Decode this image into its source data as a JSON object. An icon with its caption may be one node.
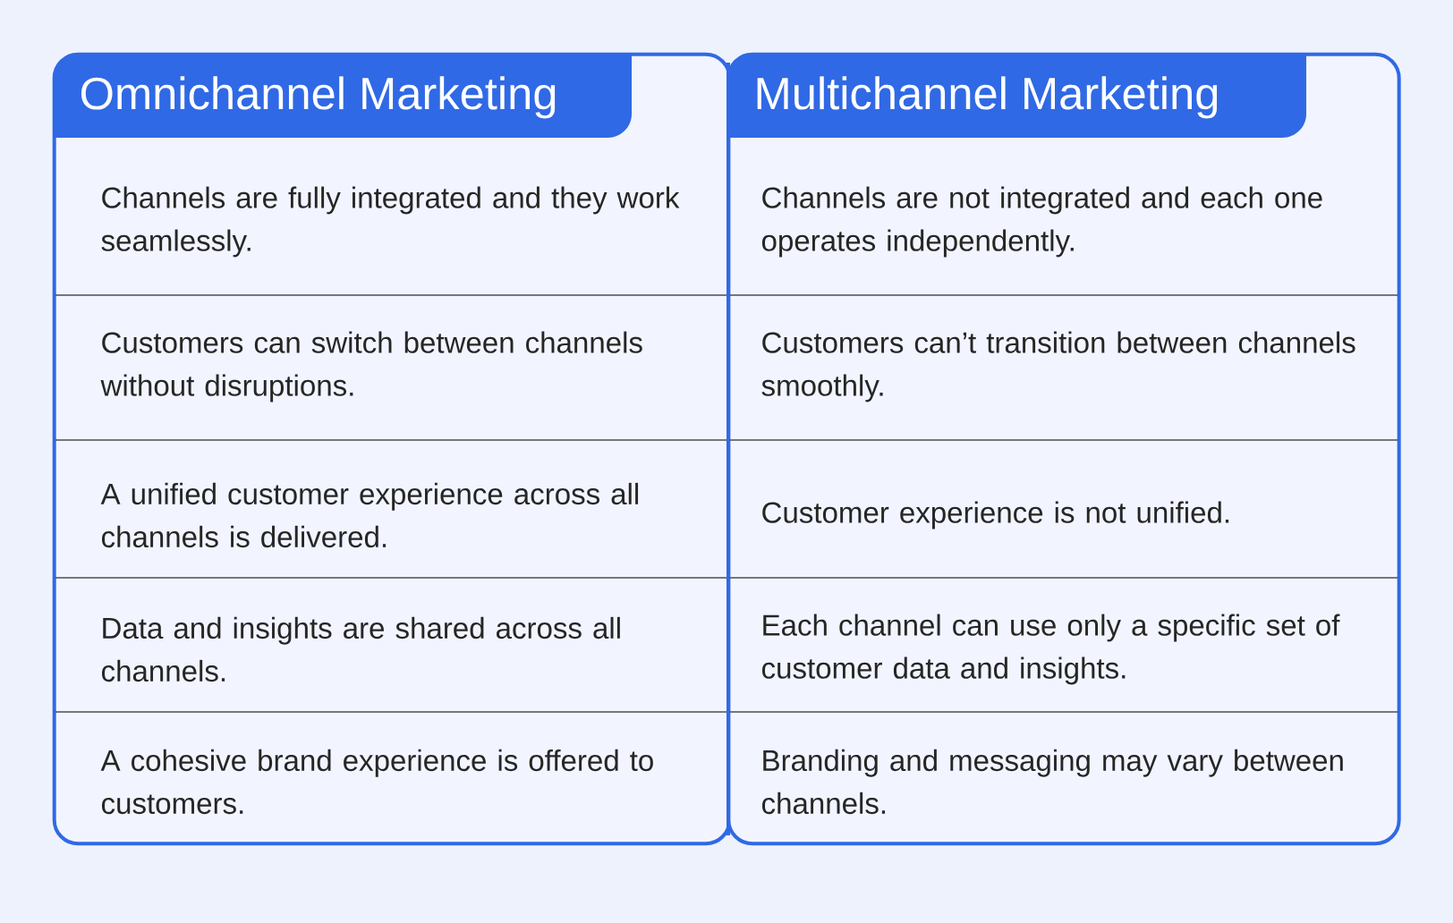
{
  "diagram": {
    "nodes": [
      {
        "text": [
          "Omnichannel Marketing",
          "Channels are fully integrated and they work seamlessly.",
          "Customers can switch between channels without disruptions.",
          "A unified customer experience across all channels is delivered.",
          "Data and insights are shared across all channels.",
          "A cohesive brand experience is offered to customers."
        ]
      },
      {
        "text": [
          "Multichannel Marketing",
          "Channels are not integrated and each one operates independently.",
          "Customers can’t transition between channels smoothly.",
          "Customer experience is not unified.",
          "Each channel can use only a specific set of customer data and insights.",
          "Branding and messaging may vary between channels."
        ]
      }
    ]
  }
}
